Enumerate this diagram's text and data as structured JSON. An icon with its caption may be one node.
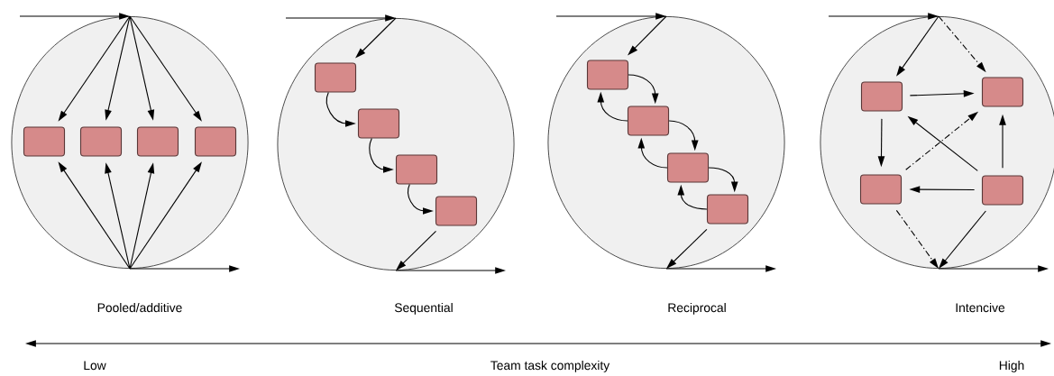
{
  "diagram": {
    "nodes": [
      {
        "text": [],
        "shape": "circle",
        "beside": [
          "Pooled/additive"
        ]
      },
      {
        "text": [],
        "shape": "box",
        "in": 0
      },
      {
        "text": [],
        "shape": "box",
        "in": 0
      },
      {
        "text": [],
        "shape": "box",
        "in": 0
      },
      {
        "text": [],
        "shape": "box",
        "in": 0
      },
      {
        "text": [],
        "shape": "circle",
        "beside": [
          "Sequential"
        ]
      },
      {
        "text": [],
        "shape": "box",
        "in": 5
      },
      {
        "text": [],
        "shape": "box",
        "in": 5
      },
      {
        "text": [],
        "shape": "box",
        "in": 5
      },
      {
        "text": [],
        "shape": "box",
        "in": 5
      },
      {
        "text": [],
        "shape": "circle",
        "beside": [
          "Reciprocal"
        ]
      },
      {
        "text": [],
        "shape": "box",
        "in": 10
      },
      {
        "text": [],
        "shape": "box",
        "in": 10
      },
      {
        "text": [],
        "shape": "box",
        "in": 10
      },
      {
        "text": [],
        "shape": "box",
        "in": 10
      },
      {
        "text": [],
        "shape": "circle",
        "beside": [
          "Intencive"
        ]
      },
      {
        "text": [],
        "shape": "box",
        "in": 15
      },
      {
        "text": [],
        "shape": "box",
        "in": 15
      },
      {
        "text": [],
        "shape": "box",
        "in": 15
      },
      {
        "text": [],
        "shape": "box",
        "in": 15
      }
    ],
    "edges": [
      {
        "from": null,
        "to": 0,
        "arrow": "to"
      },
      {
        "from": 0,
        "to": 1,
        "arrow": "to"
      },
      {
        "from": 0,
        "to": 2,
        "arrow": "to"
      },
      {
        "from": 0,
        "to": 3,
        "arrow": "to"
      },
      {
        "from": 0,
        "to": 4,
        "arrow": "to"
      },
      {
        "from": 0,
        "to": 1,
        "arrow": "to"
      },
      {
        "from": 0,
        "to": 2,
        "arrow": "to"
      },
      {
        "from": 0,
        "to": 3,
        "arrow": "to"
      },
      {
        "from": 0,
        "to": 4,
        "arrow": "to"
      },
      {
        "from": 0,
        "to": null,
        "arrow": "to"
      },
      {
        "from": null,
        "to": 5,
        "arrow": "to"
      },
      {
        "from": 5,
        "to": 6,
        "arrow": "to"
      },
      {
        "from": 6,
        "to": 7,
        "arrow": "to"
      },
      {
        "from": 7,
        "to": 8,
        "arrow": "to"
      },
      {
        "from": 8,
        "to": 9,
        "arrow": "to"
      },
      {
        "from": 9,
        "to": 5,
        "arrow": "to"
      },
      {
        "from": 5,
        "to": null,
        "arrow": "to"
      },
      {
        "from": null,
        "to": 10,
        "arrow": "to"
      },
      {
        "from": 10,
        "to": 11,
        "arrow": "to"
      },
      {
        "from": 11,
        "to": 12,
        "arrow": "to"
      },
      {
        "from": 12,
        "to": 13,
        "arrow": "to"
      },
      {
        "from": 13,
        "to": 14,
        "arrow": "to"
      },
      {
        "from": 12,
        "to": 11,
        "arrow": "to"
      },
      {
        "from": 13,
        "to": 12,
        "arrow": "to"
      },
      {
        "from": 14,
        "to": 13,
        "arrow": "to"
      },
      {
        "from": 14,
        "to": 10,
        "arrow": "to"
      },
      {
        "from": 10,
        "to": null,
        "arrow": "to"
      },
      {
        "from": null,
        "to": 15,
        "arrow": "to"
      },
      {
        "from": 15,
        "to": 16,
        "arrow": "to"
      },
      {
        "from": 15,
        "to": 17,
        "arrow": "to",
        "style": "dashed"
      },
      {
        "from": 16,
        "to": 17,
        "arrow": "to"
      },
      {
        "from": 16,
        "to": 18,
        "arrow": "to"
      },
      {
        "from": 19,
        "to": 16,
        "arrow": "to"
      },
      {
        "from": 18,
        "to": 17,
        "arrow": "to",
        "style": "dashed"
      },
      {
        "from": 19,
        "to": 17,
        "arrow": "to"
      },
      {
        "from": 19,
        "to": 18,
        "arrow": "to"
      },
      {
        "from": 18,
        "to": 15,
        "arrow": "to",
        "style": "dashed"
      },
      {
        "from": 19,
        "to": 15,
        "arrow": "to"
      },
      {
        "from": 15,
        "to": null,
        "arrow": "to"
      }
    ],
    "labels": [
      "Low",
      "Team task complexity",
      "High"
    ]
  }
}
